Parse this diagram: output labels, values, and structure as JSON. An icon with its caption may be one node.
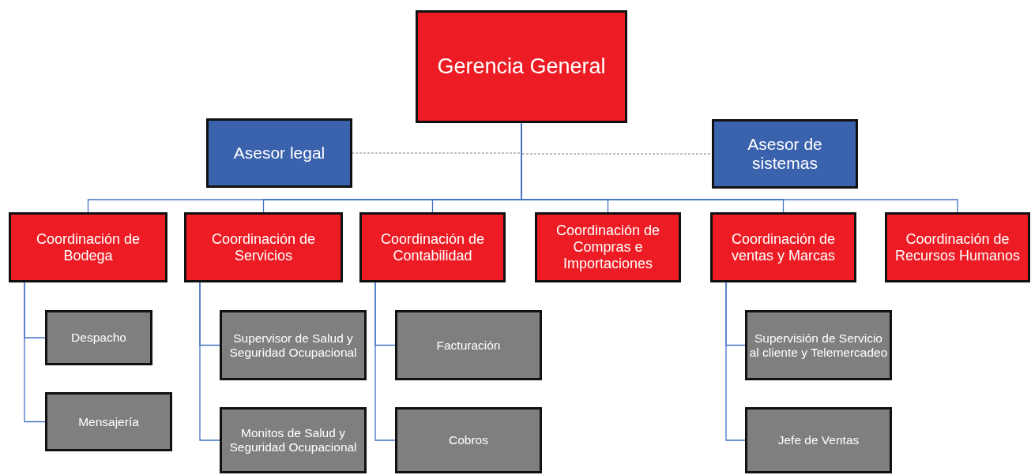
{
  "diagram": {
    "nodes": [
      {
        "text": [
          "Gerencia General"
        ]
      },
      {
        "text": [
          "Asesor legal"
        ]
      },
      {
        "text": [
          "Asesor de sistemas"
        ]
      },
      {
        "text": [
          "Coordinación de Bodega"
        ]
      },
      {
        "text": [
          "Coordinación de Servicios"
        ]
      },
      {
        "text": [
          "Coordinación de Contabilidad"
        ]
      },
      {
        "text": [
          "Coordinación de Compras e Importaciones"
        ]
      },
      {
        "text": [
          "Coordinación de ventas y Marcas"
        ]
      },
      {
        "text": [
          "Coordinación de Recursos Humanos"
        ]
      },
      {
        "text": [
          "Despacho"
        ]
      },
      {
        "text": [
          "Mensajería"
        ]
      },
      {
        "text": [
          "Supervisor de Salud y Seguridad Ocupacional"
        ]
      },
      {
        "text": [
          "Monitos de Salud y Seguridad Ocupacional"
        ]
      },
      {
        "text": [
          "Facturación"
        ]
      },
      {
        "text": [
          "Cobros"
        ]
      },
      {
        "text": [
          "Supervisión de Servicio al cliente y Telemercadeo"
        ]
      },
      {
        "text": [
          "Jefe de Ventas"
        ]
      }
    ],
    "edges": [
      {
        "from": 0,
        "to": 1,
        "arrow": "none",
        "style": "dashed",
        "color": "#808080"
      },
      {
        "from": 0,
        "to": 2,
        "arrow": "none",
        "style": "dashed",
        "color": "#808080"
      },
      {
        "from": 0,
        "to": 3,
        "arrow": "none"
      },
      {
        "from": 0,
        "to": 4,
        "arrow": "none"
      },
      {
        "from": 0,
        "to": 5,
        "arrow": "none"
      },
      {
        "from": 0,
        "to": 6,
        "arrow": "none"
      },
      {
        "from": 0,
        "to": 7,
        "arrow": "none"
      },
      {
        "from": 0,
        "to": 8,
        "arrow": "none"
      },
      {
        "from": 3,
        "to": 9,
        "arrow": "none"
      },
      {
        "from": 3,
        "to": 10,
        "arrow": "none"
      },
      {
        "from": 4,
        "to": 11,
        "arrow": "none"
      },
      {
        "from": 4,
        "to": 12,
        "arrow": "none"
      },
      {
        "from": 5,
        "to": 13,
        "arrow": "none"
      },
      {
        "from": 5,
        "to": 14,
        "arrow": "none"
      },
      {
        "from": 7,
        "to": 15,
        "arrow": "none"
      },
      {
        "from": 7,
        "to": 16,
        "arrow": "none"
      }
    ]
  }
}
